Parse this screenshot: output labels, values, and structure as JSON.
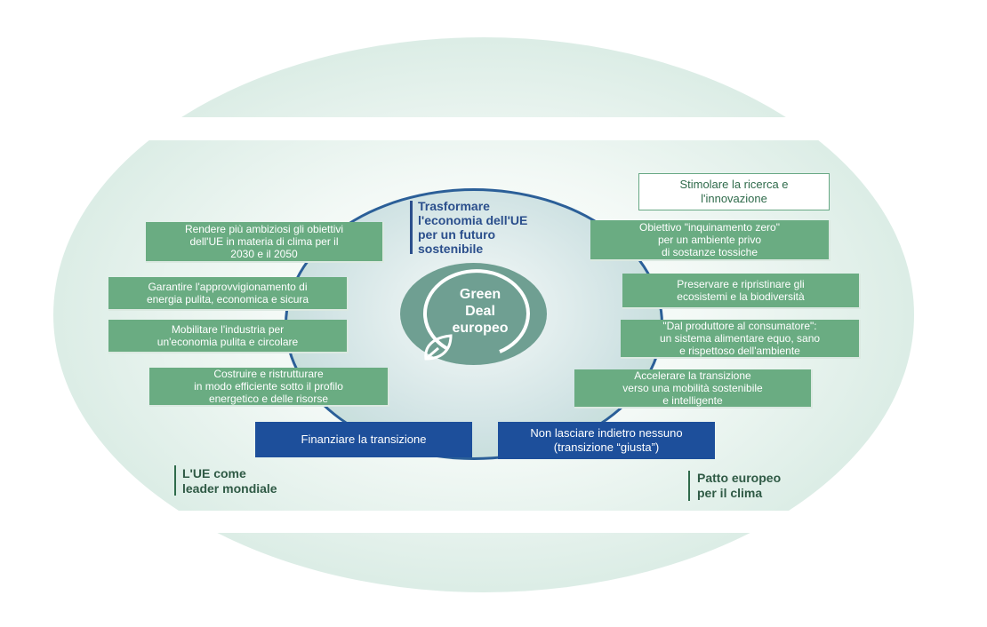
{
  "center": {
    "line1": "Green",
    "line2": "Deal",
    "line3": "europeo"
  },
  "top_label": {
    "lines": [
      "Trasformare",
      "l'economia dell'UE",
      "per un futuro",
      "sostenibile"
    ]
  },
  "left_boxes": [
    {
      "lines": [
        "Rendere più ambiziosi gli obiettivi",
        "dell'UE in materia di clima per il",
        "2030 e il 2050"
      ]
    },
    {
      "lines": [
        "Garantire l'approvvigionamento di",
        "energia pulita, economica e sicura"
      ]
    },
    {
      "lines": [
        "Mobilitare l'industria per",
        "un'economia pulita e circolare"
      ]
    },
    {
      "lines": [
        "Costruire e ristrutturare",
        "in modo efficiente sotto il profilo",
        "energetico e delle risorse"
      ]
    }
  ],
  "right_boxes": [
    {
      "lines": [
        "Stimolare la ricerca e",
        "l'innovazione"
      ]
    },
    {
      "lines": [
        "Obiettivo \"inquinamento zero\"",
        "per un ambiente privo",
        "di sostanze tossiche"
      ]
    },
    {
      "lines": [
        "Preservare e ripristinare gli",
        "ecosistemi e la biodiversità"
      ]
    },
    {
      "lines": [
        "\"Dal produttore al consumatore\":",
        "un sistema alimentare equo, sano",
        "e rispettoso dell'ambiente"
      ]
    },
    {
      "lines": [
        "Accelerare la transizione",
        "verso una mobilità sostenibile",
        "e intelligente"
      ]
    }
  ],
  "bottom_boxes": [
    {
      "lines": [
        "Finanziare la transizione"
      ]
    },
    {
      "lines": [
        "Non lasciare indietro nessuno",
        "(transizione “giusta”)"
      ]
    }
  ],
  "footer_left": {
    "lines": [
      "L'UE come",
      "leader mondiale"
    ]
  },
  "footer_right": {
    "lines": [
      "Patto europeo",
      "per il clima"
    ]
  },
  "colors": {
    "green_box": "#6aac82",
    "blue_box": "#1d4f9b",
    "circle_outline": "#2b5f98",
    "center_disc": "#6f9f92"
  }
}
